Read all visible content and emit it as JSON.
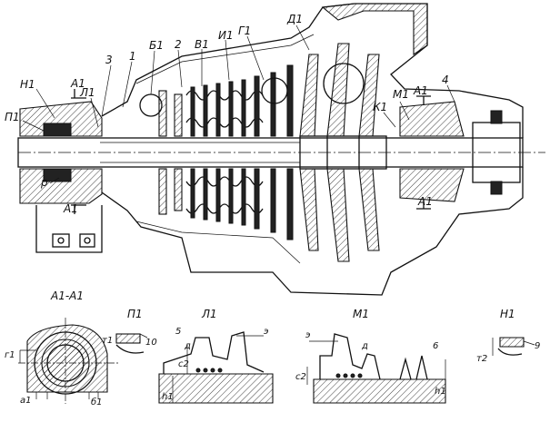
{
  "title": "",
  "labels": {
    "H1_top": "Н1",
    "A1_top_left": "А1",
    "P1_left": "П1",
    "L1_main": "Л1",
    "n3": "3",
    "n1": "1",
    "B1_main": "Б1",
    "n2": "2",
    "V1_main": "В1",
    "I1_main": "И1",
    "G1_main": "Г1",
    "D1_main": "Д1",
    "K1_main": "К1",
    "M1_main": "М1",
    "A1_right_top": "А1",
    "n4": "4",
    "p_main": "р",
    "A1_bottom_left": "А1",
    "A1_bottom_right": "А1"
  },
  "details": {
    "section_title": "А1-А1",
    "P1_title": "П1",
    "L1_title": "Л1",
    "M1_title": "М1",
    "H1_title": "Н1",
    "g1": "г1",
    "a1": "а1",
    "b1": "б1",
    "m1": "т1",
    "n10": "10",
    "n5": "5",
    "d_L": "д",
    "e_L": "э",
    "c2_L": "с2",
    "h1_L": "h1",
    "e_M": "э",
    "d_M": "д",
    "n6": "6",
    "c2_M": "с2",
    "h1_M": "h1",
    "m2": "т2",
    "n9": "9"
  }
}
